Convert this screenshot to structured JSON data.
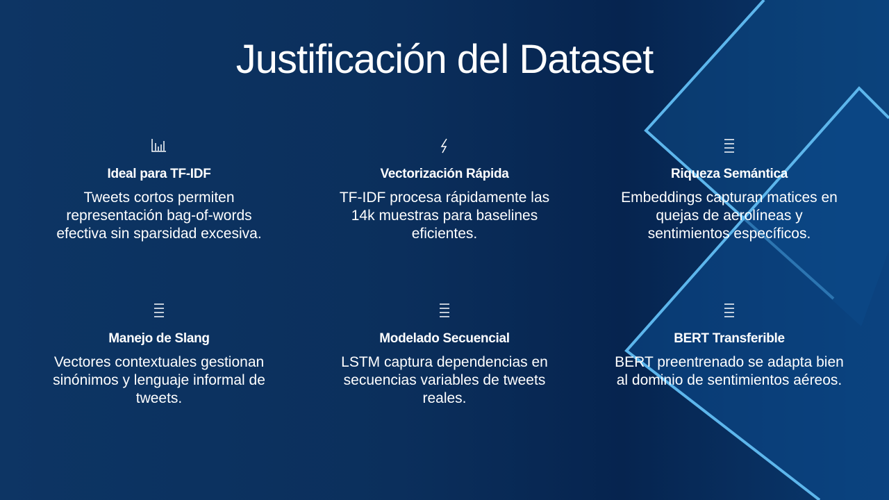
{
  "title": "Justificación del Dataset",
  "cards": [
    {
      "icon": "bar-chart-icon",
      "glyph": "📊",
      "title": "Ideal para TF-IDF",
      "desc": "Tweets cortos permiten representación bag-of-words efectiva sin sparsidad excesiva."
    },
    {
      "icon": "lightning-icon",
      "glyph": "⚡",
      "title": "Vectorización Rápida",
      "desc": "TF-IDF procesa rápidamente las 14k muestras para baselines eficientes."
    },
    {
      "icon": "list-icon",
      "glyph": "☰",
      "title": "Riqueza Semántica",
      "desc": "Embeddings capturan matices en quejas de aerolíneas y sentimientos específicos."
    },
    {
      "icon": "list-icon",
      "glyph": "☰",
      "title": "Manejo de Slang",
      "desc": "Vectores contextuales gestionan sinónimos y lenguaje informal de tweets."
    },
    {
      "icon": "list-icon",
      "glyph": "☰",
      "title": "Modelado Secuencial",
      "desc": "LSTM captura dependencias en secuencias variables de tweets reales."
    },
    {
      "icon": "list-icon",
      "glyph": "☰",
      "title": "BERT Transferible",
      "desc": "BERT preentrenado se adapta bien al dominio de sentimientos aéreos."
    }
  ]
}
